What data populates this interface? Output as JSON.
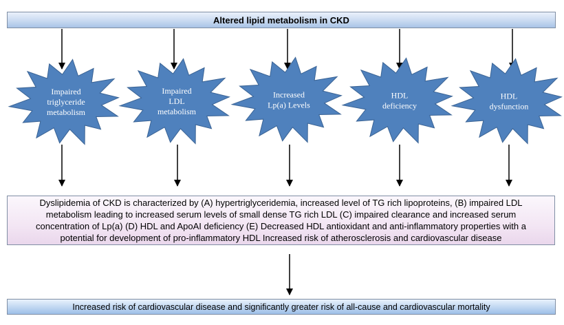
{
  "title": "Altered lipid metabolism in CKD",
  "stars": [
    {
      "lines": [
        "Impaired",
        "triglyceride",
        "metabolism"
      ]
    },
    {
      "lines": [
        "Impaired",
        "LDL",
        "metabolism"
      ]
    },
    {
      "lines": [
        "Increased",
        "Lp(a) Levels"
      ]
    },
    {
      "lines": [
        "HDL",
        "deficiency"
      ]
    },
    {
      "lines": [
        "HDL",
        "dysfunction"
      ]
    }
  ],
  "summary": {
    "lines": [
      "Dyslipidemia of CKD is characterized by (A) hypertriglyceridemia, increased level of TG rich lipoproteins, (B) impaired LDL",
      "metabolism leading to increased serum levels of small dense TG rich LDL (C) impaired clearance and increased serum",
      "concentration of Lp(a) (D) HDL and ApoAI deficiency (E) Decreased HDL antioxidant and anti-inflammatory properties with a",
      "potential for development of pro-inflammatory HDL Increased risk of atherosclerosis and cardiovascular disease"
    ]
  },
  "outcome": "Increased risk of cardiovascular disease and significantly greater risk of all-cause and cardiovascular mortality",
  "colors": {
    "star_fill": "#4f81bd",
    "star_stroke": "#3a6394",
    "star_text": "#ffffff",
    "arrow": "#000000"
  }
}
